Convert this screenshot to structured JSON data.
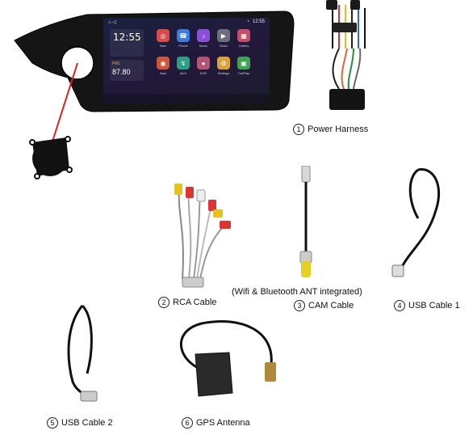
{
  "screen": {
    "clock": "12:55",
    "status_time": "12:55",
    "radio_band": "FM1",
    "frequency": "87.80",
    "apps": [
      {
        "name": "Navi",
        "icon": "navigation-icon",
        "color": "#d94a4a"
      },
      {
        "name": "Phone",
        "icon": "phone-icon",
        "color": "#3d7be0"
      },
      {
        "name": "Music",
        "icon": "music-icon",
        "color": "#8a4fd6"
      },
      {
        "name": "Video",
        "icon": "video-icon",
        "color": "#6b6f7d"
      },
      {
        "name": "Gallery",
        "icon": "gallery-icon",
        "color": "#c0506a"
      },
      {
        "name": "Navi",
        "icon": "map-icon",
        "color": "#d0563b"
      },
      {
        "name": "AUX",
        "icon": "aux-icon",
        "color": "#2e9e86"
      },
      {
        "name": "DVR",
        "icon": "dvr-icon",
        "color": "#b55472"
      },
      {
        "name": "Settings",
        "icon": "settings-icon",
        "color": "#d9a23b"
      },
      {
        "name": "CarPlay",
        "icon": "carplay-icon",
        "color": "#3fa356"
      }
    ]
  },
  "items": [
    {
      "number": "1",
      "label": "Power Harness"
    },
    {
      "number": "2",
      "label": "RCA Cable"
    },
    {
      "number": "3",
      "label": "CAM Cable"
    },
    {
      "number": "4",
      "label": "USB Cable 1"
    },
    {
      "number": "5",
      "label": "USB Cable 2"
    },
    {
      "number": "6",
      "label": "GPS Antenna"
    }
  ],
  "cam_note": "(Wifi & Bluetooth ANT integrated)"
}
